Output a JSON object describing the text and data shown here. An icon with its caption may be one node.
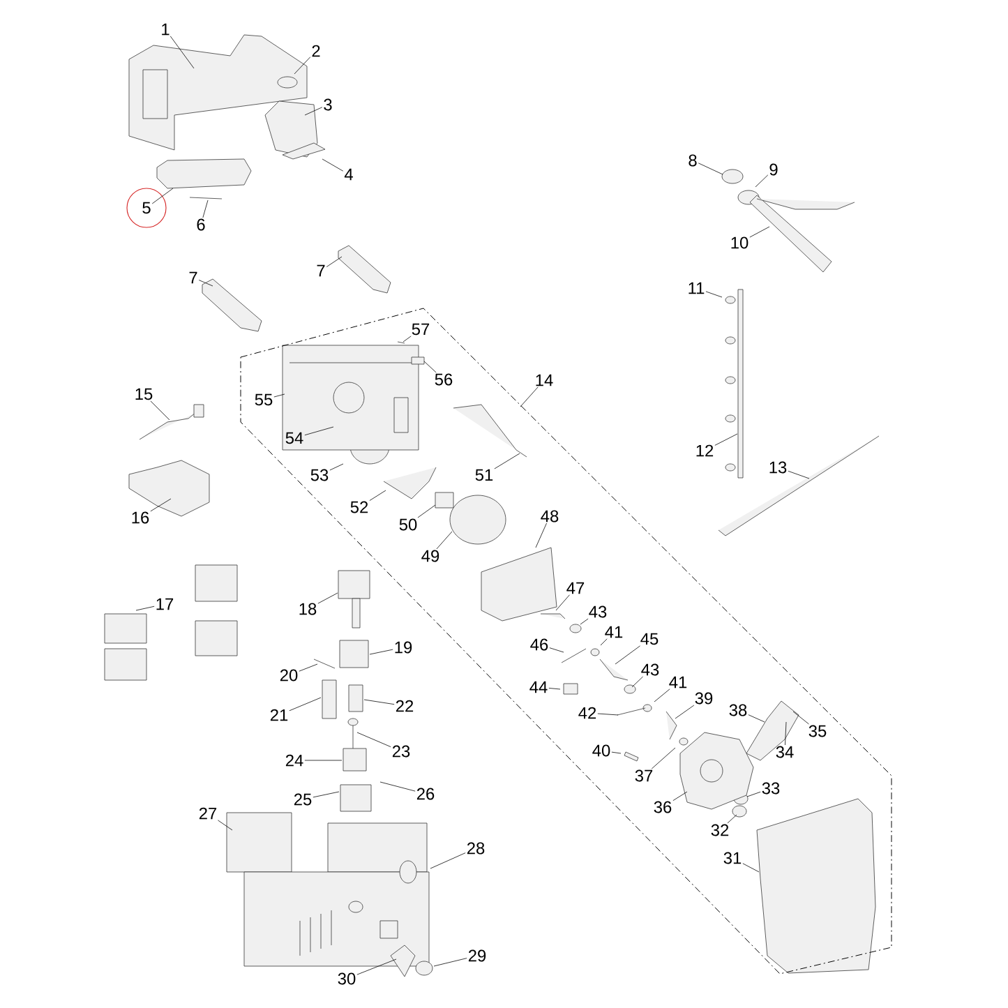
{
  "diagram": {
    "nodes": [
      {
        "text": [
          "1"
        ]
      },
      {
        "text": [
          "2"
        ]
      },
      {
        "text": [
          "3"
        ]
      },
      {
        "text": [
          "4"
        ]
      },
      {
        "text": [
          "5"
        ]
      },
      {
        "text": [
          "6"
        ]
      },
      {
        "text": [
          "7"
        ]
      },
      {
        "text": [
          "7"
        ]
      },
      {
        "text": [
          "8"
        ]
      },
      {
        "text": [
          "9"
        ]
      },
      {
        "text": [
          "10"
        ]
      },
      {
        "text": [
          "11"
        ]
      },
      {
        "text": [
          "12"
        ]
      },
      {
        "text": [
          "13"
        ]
      },
      {
        "text": [
          "14"
        ]
      },
      {
        "text": [
          "15"
        ]
      },
      {
        "text": [
          "16"
        ]
      },
      {
        "text": [
          "17"
        ]
      },
      {
        "text": [
          "18"
        ]
      },
      {
        "text": [
          "19"
        ]
      },
      {
        "text": [
          "20"
        ]
      },
      {
        "text": [
          "21"
        ]
      },
      {
        "text": [
          "22"
        ]
      },
      {
        "text": [
          "23"
        ]
      },
      {
        "text": [
          "24"
        ]
      },
      {
        "text": [
          "25"
        ]
      },
      {
        "text": [
          "26"
        ]
      },
      {
        "text": [
          "27"
        ]
      },
      {
        "text": [
          "28"
        ]
      },
      {
        "text": [
          "29"
        ]
      },
      {
        "text": [
          "30"
        ]
      },
      {
        "text": [
          "31"
        ]
      },
      {
        "text": [
          "32"
        ]
      },
      {
        "text": [
          "33"
        ]
      },
      {
        "text": [
          "34"
        ]
      },
      {
        "text": [
          "35"
        ]
      },
      {
        "text": [
          "36"
        ]
      },
      {
        "text": [
          "37"
        ]
      },
      {
        "text": [
          "38"
        ]
      },
      {
        "text": [
          "39"
        ]
      },
      {
        "text": [
          "40"
        ]
      },
      {
        "text": [
          "41"
        ]
      },
      {
        "text": [
          "41"
        ]
      },
      {
        "text": [
          "42"
        ]
      },
      {
        "text": [
          "43"
        ]
      },
      {
        "text": [
          "43"
        ]
      },
      {
        "text": [
          "44"
        ]
      },
      {
        "text": [
          "45"
        ]
      },
      {
        "text": [
          "46"
        ]
      },
      {
        "text": [
          "47"
        ]
      },
      {
        "text": [
          "48"
        ]
      },
      {
        "text": [
          "49"
        ]
      },
      {
        "text": [
          "50"
        ]
      },
      {
        "text": [
          "51"
        ]
      },
      {
        "text": [
          "52"
        ]
      },
      {
        "text": [
          "53"
        ]
      },
      {
        "text": [
          "54"
        ]
      },
      {
        "text": [
          "55"
        ]
      },
      {
        "text": [
          "56"
        ]
      },
      {
        "text": [
          "57"
        ]
      }
    ],
    "edges": [
      {
        "from": 0,
        "to": null,
        "arrow": "none"
      },
      {
        "from": 1,
        "to": null,
        "arrow": "none"
      },
      {
        "from": 2,
        "to": null,
        "arrow": "none"
      },
      {
        "from": 3,
        "to": null,
        "arrow": "none"
      },
      {
        "from": 4,
        "to": null,
        "arrow": "none"
      },
      {
        "from": 5,
        "to": null,
        "arrow": "none"
      },
      {
        "from": 6,
        "to": null,
        "arrow": "none"
      },
      {
        "from": 7,
        "to": null,
        "arrow": "none"
      },
      {
        "from": 8,
        "to": null,
        "arrow": "none"
      },
      {
        "from": 9,
        "to": null,
        "arrow": "none"
      },
      {
        "from": 10,
        "to": null,
        "arrow": "none"
      },
      {
        "from": 11,
        "to": null,
        "arrow": "none"
      },
      {
        "from": 12,
        "to": null,
        "arrow": "none"
      },
      {
        "from": 13,
        "to": null,
        "arrow": "none"
      },
      {
        "from": 14,
        "to": null,
        "arrow": "none"
      },
      {
        "from": 15,
        "to": null,
        "arrow": "none"
      },
      {
        "from": 16,
        "to": null,
        "arrow": "none"
      },
      {
        "from": 17,
        "to": null,
        "arrow": "none"
      },
      {
        "from": 18,
        "to": null,
        "arrow": "none"
      },
      {
        "from": 19,
        "to": null,
        "arrow": "none"
      },
      {
        "from": 20,
        "to": null,
        "arrow": "none"
      },
      {
        "from": 21,
        "to": null,
        "arrow": "none"
      },
      {
        "from": 22,
        "to": null,
        "arrow": "none"
      },
      {
        "from": 23,
        "to": null,
        "arrow": "none"
      },
      {
        "from": 24,
        "to": null,
        "arrow": "none"
      },
      {
        "from": 25,
        "to": null,
        "arrow": "none"
      },
      {
        "from": 26,
        "to": null,
        "arrow": "none"
      },
      {
        "from": 27,
        "to": null,
        "arrow": "none"
      },
      {
        "from": 28,
        "to": null,
        "arrow": "none"
      },
      {
        "from": 29,
        "to": null,
        "arrow": "none"
      },
      {
        "from": 30,
        "to": null,
        "arrow": "none"
      },
      {
        "from": 31,
        "to": null,
        "arrow": "none"
      },
      {
        "from": 32,
        "to": null,
        "arrow": "none"
      },
      {
        "from": 33,
        "to": null,
        "arrow": "none"
      },
      {
        "from": 34,
        "to": null,
        "arrow": "none"
      },
      {
        "from": 35,
        "to": null,
        "arrow": "none"
      },
      {
        "from": 36,
        "to": null,
        "arrow": "none"
      },
      {
        "from": 37,
        "to": null,
        "arrow": "none"
      },
      {
        "from": 38,
        "to": null,
        "arrow": "none"
      },
      {
        "from": 39,
        "to": null,
        "arrow": "none"
      },
      {
        "from": 40,
        "to": null,
        "arrow": "none"
      },
      {
        "from": 41,
        "to": null,
        "arrow": "none"
      },
      {
        "from": 42,
        "to": null,
        "arrow": "none"
      },
      {
        "from": 43,
        "to": null,
        "arrow": "none"
      },
      {
        "from": 44,
        "to": null,
        "arrow": "none"
      },
      {
        "from": 45,
        "to": null,
        "arrow": "none"
      },
      {
        "from": 46,
        "to": null,
        "arrow": "none"
      },
      {
        "from": 47,
        "to": null,
        "arrow": "none"
      },
      {
        "from": 48,
        "to": null,
        "arrow": "none"
      },
      {
        "from": 49,
        "to": null,
        "arrow": "none"
      },
      {
        "from": 50,
        "to": null,
        "arrow": "none"
      },
      {
        "from": 51,
        "to": null,
        "arrow": "none"
      },
      {
        "from": 52,
        "to": null,
        "arrow": "none"
      },
      {
        "from": 53,
        "to": null,
        "arrow": "none"
      },
      {
        "from": 54,
        "to": null,
        "arrow": "none"
      },
      {
        "from": 55,
        "to": null,
        "arrow": "none"
      },
      {
        "from": 56,
        "to": null,
        "arrow": "none"
      },
      {
        "from": 57,
        "to": null,
        "arrow": "none"
      },
      {
        "from": 58,
        "to": null,
        "arrow": "none"
      },
      {
        "from": 59,
        "to": null,
        "arrow": "none"
      }
    ]
  }
}
